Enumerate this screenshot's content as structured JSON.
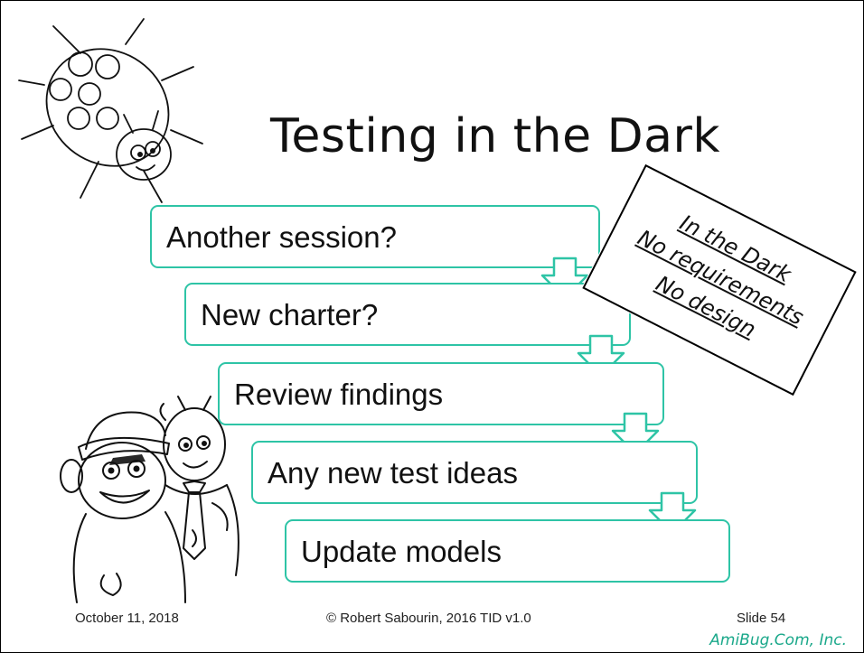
{
  "slide": {
    "title": "Testing in the Dark",
    "steps": [
      {
        "label": "Another session?"
      },
      {
        "label": "New charter?"
      },
      {
        "label": "Review findings"
      },
      {
        "label": "Any new test ideas"
      },
      {
        "label": "Update models"
      }
    ],
    "note_lines": [
      "In the Dark",
      "No requirements",
      "No design"
    ],
    "footer": {
      "date": "October 11, 2018",
      "copyright": "© Robert Sabourin, 2016 TID v1.0",
      "slide_number": "Slide 54",
      "brand": "AmiBug.Com, Inc."
    },
    "colors": {
      "accent": "#2ec4a6",
      "brand": "#1aa88a"
    }
  }
}
